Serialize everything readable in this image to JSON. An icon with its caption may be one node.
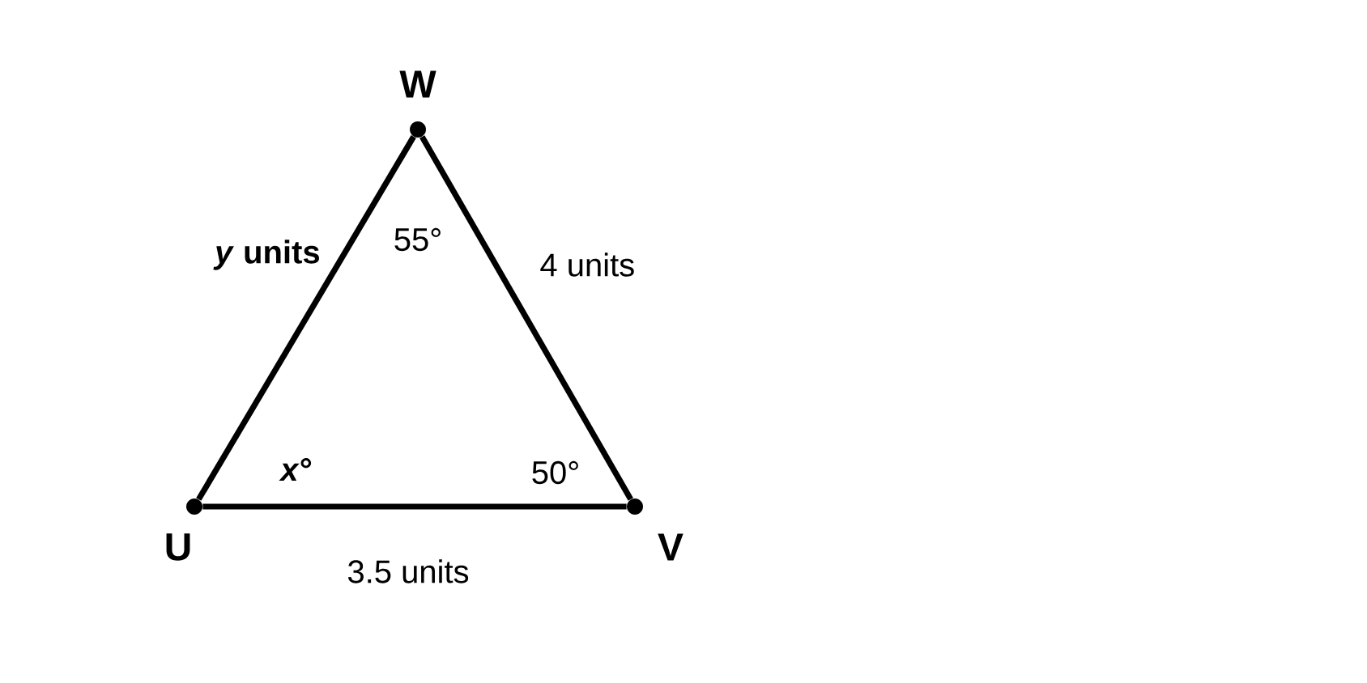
{
  "diagram": {
    "nodes": [
      {
        "text": [],
        "shape": "circle",
        "beside": [
          "W"
        ]
      },
      {
        "text": [],
        "shape": "circle",
        "beside": [
          "U"
        ]
      },
      {
        "text": [],
        "shape": "circle",
        "beside": [
          "V"
        ]
      }
    ],
    "edges": [
      {
        "from": 0,
        "to": 1,
        "arrow": "none",
        "label": "*y* units"
      },
      {
        "from": 0,
        "to": 2,
        "arrow": "none",
        "label": "4 units"
      },
      {
        "from": 1,
        "to": 2,
        "arrow": "none",
        "label": "3.5 units"
      }
    ],
    "labels": [
      "55°",
      "*x*°",
      "50°"
    ]
  }
}
